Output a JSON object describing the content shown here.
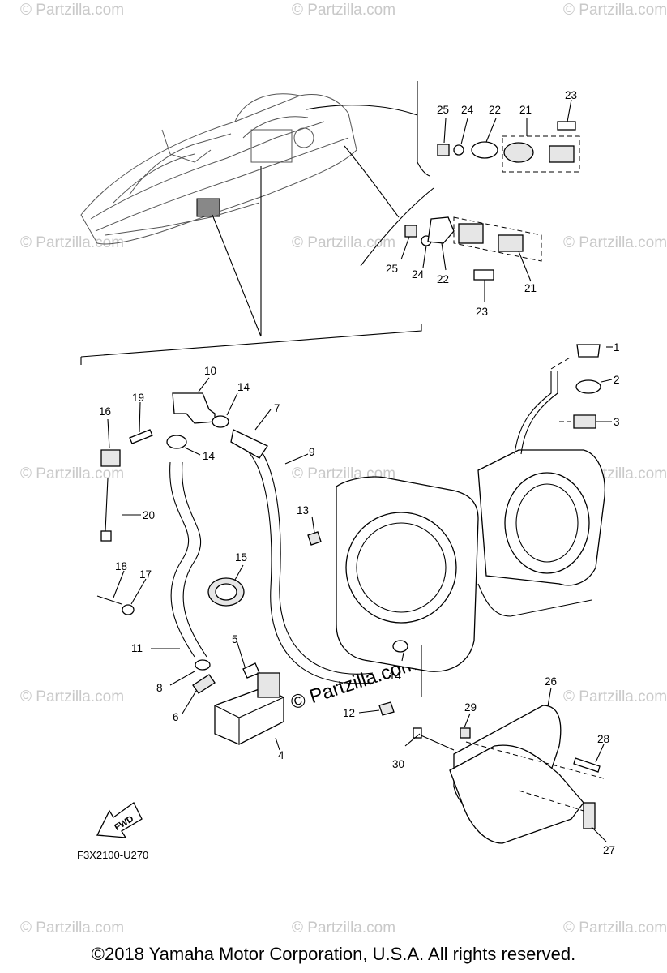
{
  "watermarks": {
    "text": "© Partzilla.com",
    "center_text": "© Partzilla.com"
  },
  "diagram_code": "F3X2100-U270",
  "fwd_label": "FWD",
  "copyright": "©2018 Yamaha Motor Corporation, U.S.A. All rights reserved.",
  "callouts": {
    "c1": "1",
    "c2": "2",
    "c3": "3",
    "c4": "4",
    "c5": "5",
    "c6": "6",
    "c7": "7",
    "c8": "8",
    "c9": "9",
    "c10": "10",
    "c11": "11",
    "c12": "12",
    "c13": "13",
    "c14a": "14",
    "c14b": "14",
    "c14c": "14",
    "c15": "15",
    "c16": "16",
    "c17": "17",
    "c18": "18",
    "c19": "19",
    "c20": "20",
    "c21a": "21",
    "c21b": "21",
    "c22a": "22",
    "c22b": "22",
    "c23a": "23",
    "c23b": "23",
    "c24a": "24",
    "c24b": "24",
    "c25a": "25",
    "c25b": "25",
    "c26": "26",
    "c27": "27",
    "c28": "28",
    "c29": "29",
    "c30": "30"
  }
}
